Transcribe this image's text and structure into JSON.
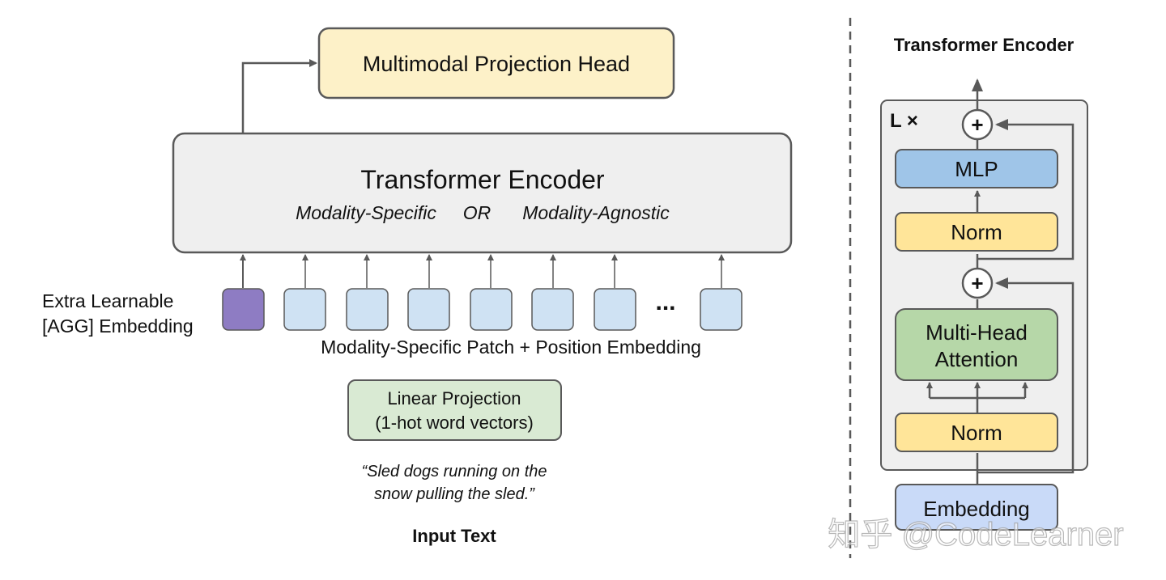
{
  "left": {
    "projection_head": "Multimodal Projection Head",
    "encoder_title": "Transformer Encoder",
    "encoder_opt_a": "Modality-Specific",
    "encoder_or": "OR",
    "encoder_opt_b": "Modality-Agnostic",
    "agg_label_1": "Extra Learnable",
    "agg_label_2": "[AGG] Embedding",
    "ellipsis": "...",
    "patch_caption": "Modality-Specific Patch + Position Embedding",
    "linear_proj_1": "Linear Projection",
    "linear_proj_2": "(1-hot word vectors)",
    "input_sample_1": "“Sled dogs running on the",
    "input_sample_2": "snow pulling the sled.”",
    "input_caption": "Input Text"
  },
  "right": {
    "title": "Transformer Encoder",
    "repeat": "L ×",
    "mlp": "MLP",
    "norm_top": "Norm",
    "add_symbol": "+",
    "mha_1": "Multi-Head",
    "mha_2": "Attention",
    "norm_bottom": "Norm",
    "embedding": "Embedding"
  },
  "watermark": "知乎 @CodeLearner",
  "colors": {
    "head_fill": "#fdf1c8",
    "encoder_fill": "#efefef",
    "agg_fill": "#8e7cc3",
    "patch_fill": "#cfe2f3",
    "linear_fill": "#d9ead3",
    "mlp_fill": "#9fc5e8",
    "norm_fill": "#ffe599",
    "mha_fill": "#b6d7a8",
    "embed_fill": "#c9daf8",
    "stroke": "#595959"
  }
}
